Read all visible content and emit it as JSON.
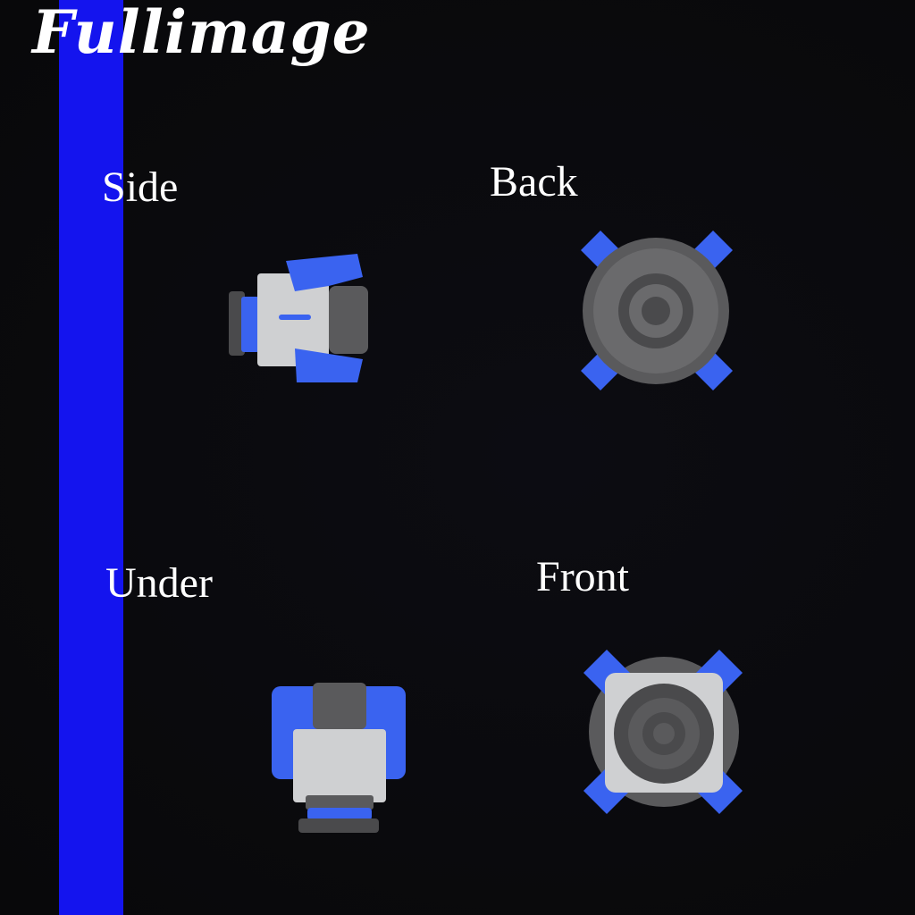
{
  "title": "Fullimage",
  "views": {
    "side": {
      "label": "Side"
    },
    "back": {
      "label": "Back"
    },
    "under": {
      "label": "Under"
    },
    "front": {
      "label": "Front"
    }
  },
  "colors": {
    "stripe": "#1414ee",
    "accent_blue": "#3a63f0",
    "metal_gray": "#5a5a5c",
    "light_gray": "#cfd0d2"
  }
}
